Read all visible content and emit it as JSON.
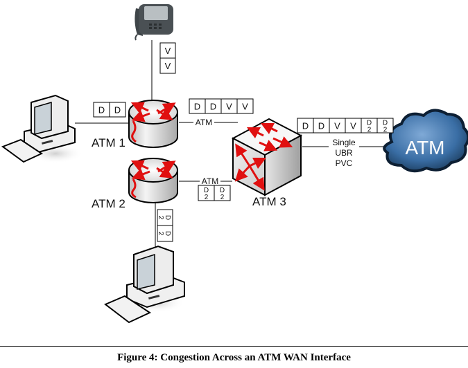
{
  "figure": {
    "caption": "Figure 4: Congestion Across an ATM WAN Interface"
  },
  "nodes": {
    "atm1": {
      "label": "ATM 1",
      "type": "router"
    },
    "atm2": {
      "label": "ATM 2",
      "type": "router"
    },
    "atm3": {
      "label": "ATM 3",
      "type": "atm-switch"
    },
    "cloud": {
      "label": "ATM",
      "type": "atm-cloud"
    },
    "phone": {
      "type": "ip-phone"
    },
    "pc1": {
      "type": "workstation"
    },
    "pc2": {
      "type": "workstation"
    }
  },
  "links": {
    "atm1_atm3": {
      "label": "ATM"
    },
    "atm2_atm3": {
      "label": "ATM"
    },
    "atm3_cloud": {
      "label_lines": [
        "Single",
        "UBR",
        "PVC"
      ]
    }
  },
  "cell_queues": {
    "phone_to_atm1": [
      {
        "main": "V"
      },
      {
        "main": "V"
      }
    ],
    "pc1_to_atm1": [
      {
        "main": "D"
      },
      {
        "main": "D"
      }
    ],
    "atm1_to_atm3": [
      {
        "main": "D"
      },
      {
        "main": "D"
      },
      {
        "main": "V"
      },
      {
        "main": "V"
      }
    ],
    "atm3_to_cloud": [
      {
        "main": "D"
      },
      {
        "main": "D"
      },
      {
        "main": "V"
      },
      {
        "main": "V"
      },
      {
        "main": "D",
        "sub": "2"
      },
      {
        "main": "D",
        "sub": "2"
      }
    ],
    "atm2_to_atm3": [
      {
        "main": "D",
        "sub": "2"
      },
      {
        "main": "D",
        "sub": "2"
      }
    ],
    "pc2_to_atm2": [
      {
        "main": "D",
        "sub": "2"
      },
      {
        "main": "D",
        "sub": "2"
      }
    ]
  },
  "colors": {
    "arrow_red": "#e01010",
    "cloud_blue": "#3a6ea5",
    "device_gray": "#d9d9d9"
  }
}
